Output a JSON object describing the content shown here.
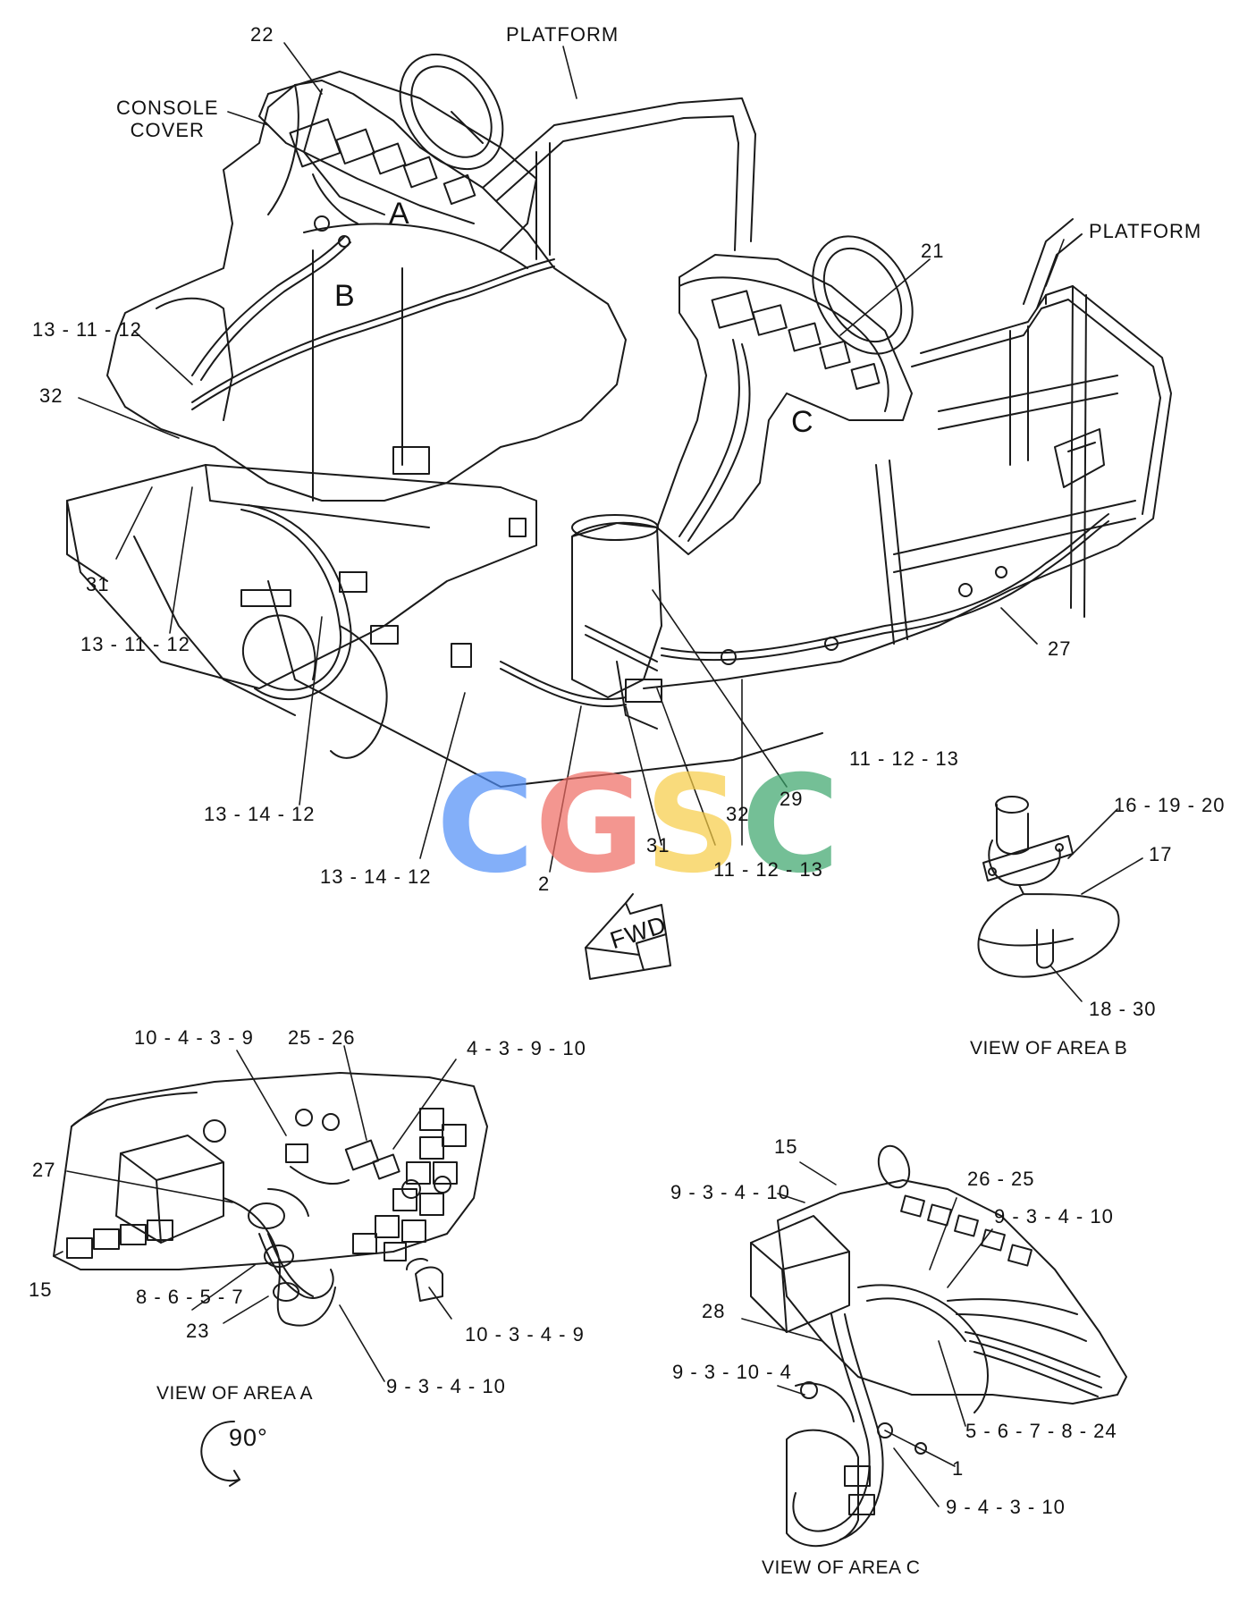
{
  "labels": {
    "platform_left": "PLATFORM",
    "platform_right": "PLATFORM",
    "console_cover": "CONSOLE\nCOVER",
    "area_a": "A",
    "area_b": "B",
    "area_c": "C",
    "p22": "22",
    "p21": "21",
    "p13_11_12_top": "13 - 11 - 12",
    "p32_left": "32",
    "p31_left": "31",
    "p13_11_12_low": "13 - 11 - 12",
    "p13_14_12_a": "13 - 14 - 12",
    "p13_14_12_b": "13 - 14 - 12",
    "p2": "2",
    "p31_mid": "31",
    "p32_mid": "32",
    "p29": "29",
    "p11_12_13_a": "11 - 12 - 13",
    "p11_12_13_b": "11 - 12 - 13",
    "p27_top": "27",
    "p16_19_20": "16 - 19 - 20",
    "p17": "17",
    "p18_30": "18 - 30",
    "view_b": "VIEW OF AREA B",
    "fwd": "FWD",
    "p10_4_3_9": "10 - 4 - 3 - 9",
    "p25_26": "25 - 26",
    "p4_3_9_10": "4 - 3 - 9 - 10",
    "p27_a": "27",
    "p15_a": "15",
    "p8_6_5_7": "8 - 6 - 5 - 7",
    "p23": "23",
    "p10_3_4_9": "10 - 3 - 4 - 9",
    "p9_3_4_10_a": "9 - 3 - 4 - 10",
    "view_a": "VIEW OF AREA A",
    "rotation": "90°",
    "p15_c": "15",
    "p9_3_4_10_c1": "9 - 3 - 4 - 10",
    "p26_25": "26 - 25",
    "p9_3_4_10_c2": "9 - 3 - 4 - 10",
    "p28": "28",
    "p9_3_10_4": "9 - 3 - 10 - 4",
    "p5_6_7_8_24": "5 - 6 - 7 - 8 - 24",
    "p1": "1",
    "p9_4_3_10": "9 - 4 - 3 - 10",
    "view_c": "VIEW OF AREA C"
  },
  "watermark": {
    "letters": [
      "C",
      "G",
      "S",
      "C"
    ],
    "colors": [
      "#4f8ef7",
      "#ee6b62",
      "#f7cd45",
      "#3aa56b"
    ]
  },
  "colors": {
    "line": "#1a1a1a",
    "background": "#ffffff"
  }
}
